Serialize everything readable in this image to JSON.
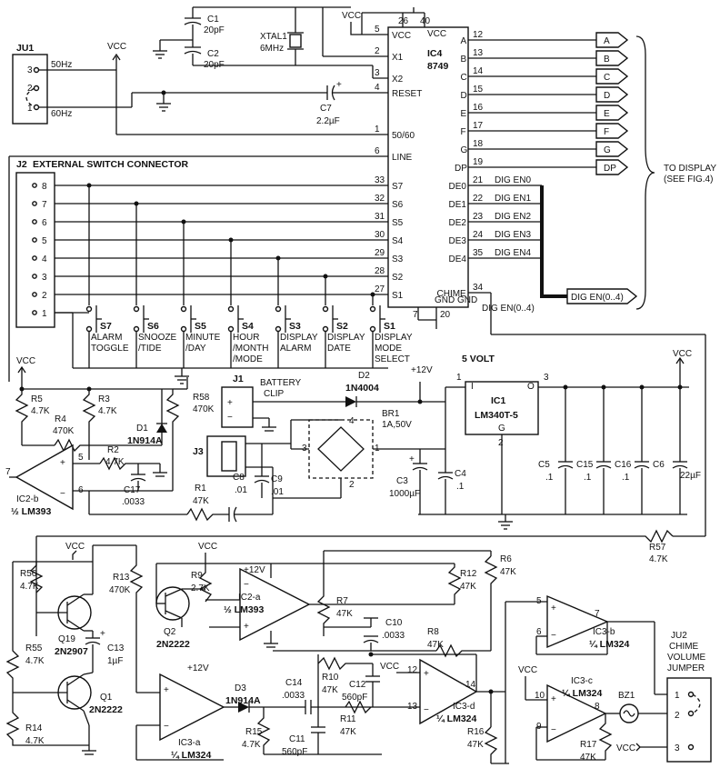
{
  "ic4": {
    "name": "IC4",
    "part": "8749",
    "left_pins": [
      {
        "num": "5",
        "name": "VCC"
      },
      {
        "num": "2",
        "name": "X1"
      },
      {
        "num": "3",
        "name": "X2"
      },
      {
        "num": "4",
        "name": "RESET"
      },
      {
        "num": "1",
        "name": "50/60"
      },
      {
        "num": "6",
        "name": "LINE"
      },
      {
        "num": "33",
        "name": "S7"
      },
      {
        "num": "32",
        "name": "S6"
      },
      {
        "num": "31",
        "name": "S5"
      },
      {
        "num": "30",
        "name": "S4"
      },
      {
        "num": "29",
        "name": "S3"
      },
      {
        "num": "28",
        "name": "S2"
      },
      {
        "num": "27",
        "name": "S1"
      }
    ],
    "top_pins": [
      "26",
      "40"
    ],
    "top_label": "VCC",
    "right_pins": [
      {
        "num": "12",
        "name": "A"
      },
      {
        "num": "13",
        "name": "B"
      },
      {
        "num": "14",
        "name": "C"
      },
      {
        "num": "15",
        "name": "D"
      },
      {
        "num": "16",
        "name": "E"
      },
      {
        "num": "17",
        "name": "F"
      },
      {
        "num": "18",
        "name": "G"
      },
      {
        "num": "19",
        "name": "DP"
      },
      {
        "num": "21",
        "name": "DE0"
      },
      {
        "num": "22",
        "name": "DE1"
      },
      {
        "num": "23",
        "name": "DE2"
      },
      {
        "num": "24",
        "name": "DE3"
      },
      {
        "num": "35",
        "name": "DE4"
      },
      {
        "num": "34",
        "name": "CHIME"
      }
    ],
    "gnd_label": "GND GND",
    "gnd_pins": [
      "7",
      "20"
    ]
  },
  "display_connectors": [
    "A",
    "B",
    "C",
    "D",
    "E",
    "F",
    "G",
    "DP"
  ],
  "dig_en": [
    "DIG EN0",
    "DIG EN1",
    "DIG EN2",
    "DIG EN3",
    "DIG EN4"
  ],
  "dig_en_bus": "DIG EN(0..4)",
  "to_display": [
    "TO DISPLAY",
    "(SEE FIG.4)"
  ],
  "vcc": "VCC",
  "crystal": {
    "c1": "C1",
    "c1v": "20pF",
    "c2": "C2",
    "c2v": "20pF",
    "x": "XTAL1",
    "xv": "6MHz"
  },
  "c7": {
    "name": "C7",
    "value": "2.2µF"
  },
  "ju1": {
    "name": "JU1",
    "p3": "3",
    "p2": "2",
    "p1": "1",
    "l50": "50Hz",
    "l60": "60Hz"
  },
  "j2": {
    "name": "J2",
    "title": "EXTERNAL SWITCH CONNECTOR",
    "pins": [
      "8",
      "7",
      "6",
      "5",
      "4",
      "3",
      "2",
      "1"
    ]
  },
  "switches": [
    {
      "name": "S7",
      "l1": "ALARM",
      "l2": "TOGGLE"
    },
    {
      "name": "S6",
      "l1": "SNOOZE",
      "l2": "/TIDE"
    },
    {
      "name": "S5",
      "l1": "MINUTE",
      "l2": "/DAY"
    },
    {
      "name": "S4",
      "l1": "HOUR",
      "l2": "/MONTH",
      "l3": "/MODE"
    },
    {
      "name": "S3",
      "l1": "DISPLAY",
      "l2": "ALARM"
    },
    {
      "name": "S2",
      "l1": "DISPLAY",
      "l2": "DATE"
    },
    {
      "name": "S1",
      "l1": "DISPLAY",
      "l2": "MODE",
      "l3": "SELECT"
    }
  ],
  "power": {
    "title": "5 VOLT",
    "ic1": "IC1",
    "ic1p": "LM340T-5",
    "pin_i": "I",
    "pin_o": "O",
    "pin_g": "G",
    "p1": "1",
    "p2": "2",
    "p3": "3",
    "v12": "+12V",
    "d2": "D2",
    "d2p": "1N4004",
    "br1": "BR1",
    "br1v": "1A,50V",
    "c3": "C3",
    "c3v": "1000µF",
    "c4": "C4",
    "c4v": ".1",
    "c5": "C5",
    "c5v": ".1",
    "c15": "C15",
    "c15v": ".1",
    "c16": "C16",
    "c16v": ".1",
    "c6": "C6",
    "c6v": "22µF",
    "j1": "J1",
    "j1l1": "BATTERY",
    "j1l2": "CLIP",
    "j3": "J3",
    "br_pins": [
      "4",
      "3",
      "1",
      "2"
    ]
  },
  "comp": {
    "r5": "R5",
    "r5v": "4.7K",
    "r3": "R3",
    "r3v": "4.7K",
    "r58": "R58",
    "r58v": "470K",
    "r4": "R4",
    "r4v": "470K",
    "d1": "D1",
    "d1p": "1N914A",
    "r2": "R2",
    "r2v": "4.7K",
    "c17": "C17",
    "c17v": ".0033",
    "ic2b": "IC2-b",
    "ic2bp": "½ LM393",
    "r1": "R1",
    "r1v": "47K",
    "c8": "C8",
    "c8v": ".01",
    "c9": "C9",
    "c9v": ".01",
    "p7": "7",
    "p5": "5",
    "p6": "6",
    "r57": "R57",
    "r57v": "4.7K"
  },
  "chime": {
    "r56": "R56",
    "r56v": "4.7K",
    "q19": "Q19",
    "q19p": "2N2907",
    "r13": "R13",
    "r13v": "470K",
    "c13": "C13",
    "c13v": "1µF",
    "r55": "R55",
    "r55v": "4.7K",
    "q1": "Q1",
    "q1p": "2N2222",
    "r14": "R14",
    "r14v": "4.7K",
    "r9": "R9",
    "r9v": "2.7K",
    "q2": "Q2",
    "q2p": "2N2222",
    "ic2a": "IC2-a",
    "ic2ap": "½ LM393",
    "v12": "+12V",
    "r12": "R12",
    "r12v": "47K",
    "r6": "R6",
    "r6v": "47K",
    "r7": "R7",
    "r7v": "47K",
    "c10": "C10",
    "c10v": ".0033",
    "r8": "R8",
    "r8v": "47K",
    "ic3a": "IC3-a",
    "ic3ap": "¼ LM324",
    "d3": "D3",
    "d3p": "1N914A",
    "c14": "C14",
    "c14v": ".0033",
    "r15": "R15",
    "r15v": "4.7K",
    "c11": "C11",
    "c11v": "560pF",
    "r10": "R10",
    "r10v": "47K",
    "c12": "C12",
    "c12v": "560pF",
    "r11": "R11",
    "r11v": "47K",
    "ic3d": "IC3-d",
    "ic3dp": "¼ LM324",
    "ic3b": "IC3-b",
    "ic3bp": "¼ LM324",
    "ic3c": "IC3-c",
    "ic3cp": "¼ LM324",
    "r16": "R16",
    "r16v": "47K",
    "r17": "R17",
    "r17v": "47K",
    "bz1": "BZ1",
    "ju2": [
      "JU2",
      "CHIME",
      "VOLUME",
      "JUMPER"
    ],
    "ju2pins": [
      "1",
      "2",
      "3"
    ]
  }
}
